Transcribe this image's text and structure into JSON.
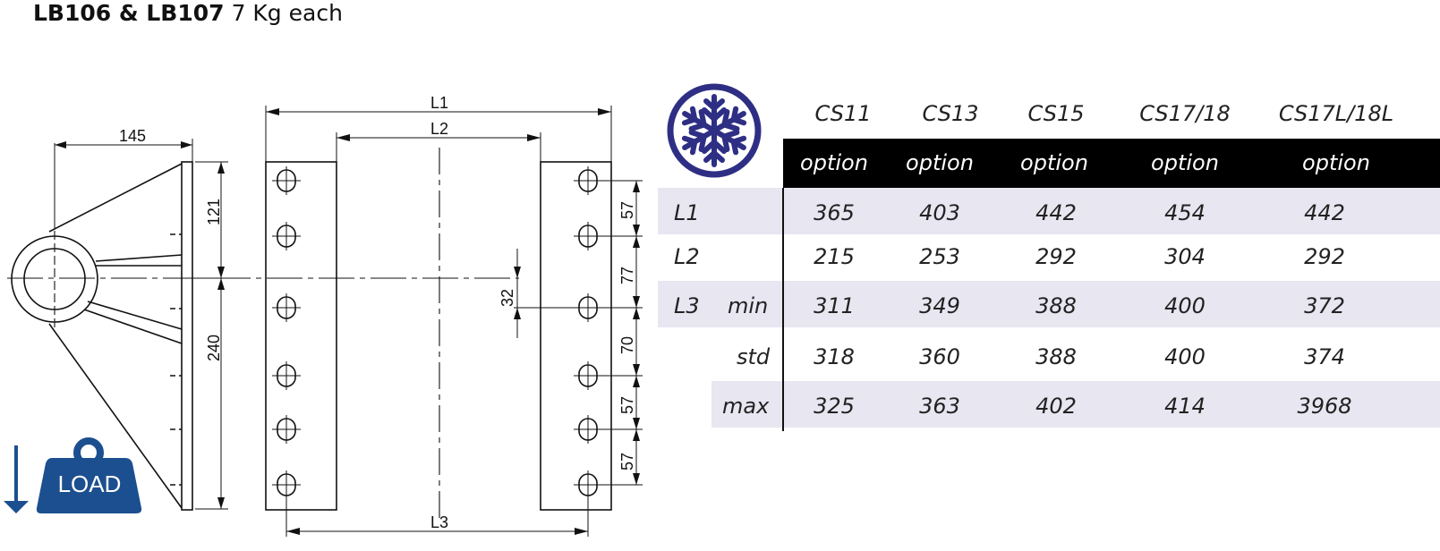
{
  "title": {
    "models": "LB106 & LB107",
    "weight": "7 Kg each"
  },
  "drawing": {
    "dim_145": "145",
    "dim_121": "121",
    "dim_240": "240",
    "dim_L1": "L1",
    "dim_L2": "L2",
    "dim_L3": "L3",
    "dim_32": "32",
    "dim_57a": "57",
    "dim_77": "77",
    "dim_70": "70",
    "dim_57b": "57",
    "dim_57c": "57",
    "load_label": "LOAD"
  },
  "table": {
    "columns": [
      "CS11",
      "CS13",
      "CS15",
      "CS17/18",
      "CS17L/18L"
    ],
    "options": [
      "option",
      "option",
      "option",
      "option",
      "option"
    ],
    "rows": [
      {
        "label": "L1",
        "sub": "",
        "values": [
          "365",
          "403",
          "442",
          "454",
          "442"
        ]
      },
      {
        "label": "L2",
        "sub": "",
        "values": [
          "215",
          "253",
          "292",
          "304",
          "292"
        ]
      },
      {
        "label": "L3",
        "sub": "min",
        "values": [
          "311",
          "349",
          "388",
          "400",
          "372"
        ]
      },
      {
        "label": "",
        "sub": "std",
        "values": [
          "318",
          "360",
          "388",
          "400",
          "374"
        ]
      },
      {
        "label": "",
        "sub": "max",
        "values": [
          "325",
          "363",
          "402",
          "414",
          "3968"
        ]
      }
    ]
  },
  "colors": {
    "brand_blue": "#2e2f84",
    "load_blue": "#1c4f8f",
    "band": "#e7e6f1"
  },
  "icons": [
    "snowflake-icon",
    "load-weight-icon",
    "down-arrow-icon"
  ]
}
